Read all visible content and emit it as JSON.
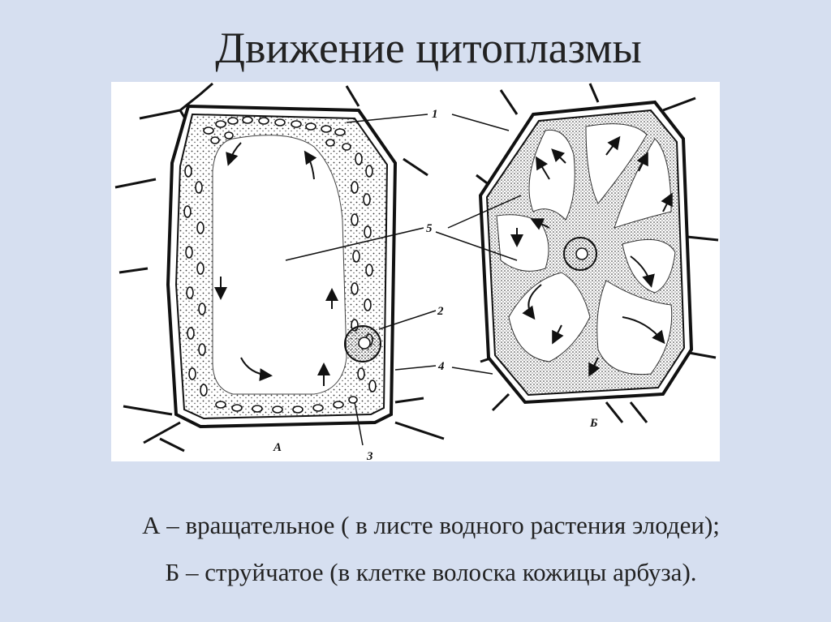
{
  "slide": {
    "title": "Движение цитоплазмы",
    "caption_a": "А – вращательное ( в листе водного растения элодеи);",
    "caption_b": "Б – струйчатое (в клетке волоска кожицы арбуза)."
  },
  "figure": {
    "cell_a_label": "А",
    "cell_b_label": "Б",
    "callouts": [
      "1",
      "2",
      "3",
      "4",
      "5"
    ]
  }
}
